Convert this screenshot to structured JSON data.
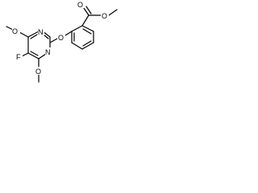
{
  "molecule": {
    "atoms": {
      "o_carbonyl": "O",
      "o_ester": "O",
      "o_ether": "O",
      "o_methoxy_top": "O",
      "o_methoxy_bottom": "O",
      "n_upper": "N",
      "n_lower": "N",
      "fluorine": "F"
    }
  },
  "colors": {
    "bond": "#000000",
    "text": "#000000",
    "background": "#ffffff"
  }
}
